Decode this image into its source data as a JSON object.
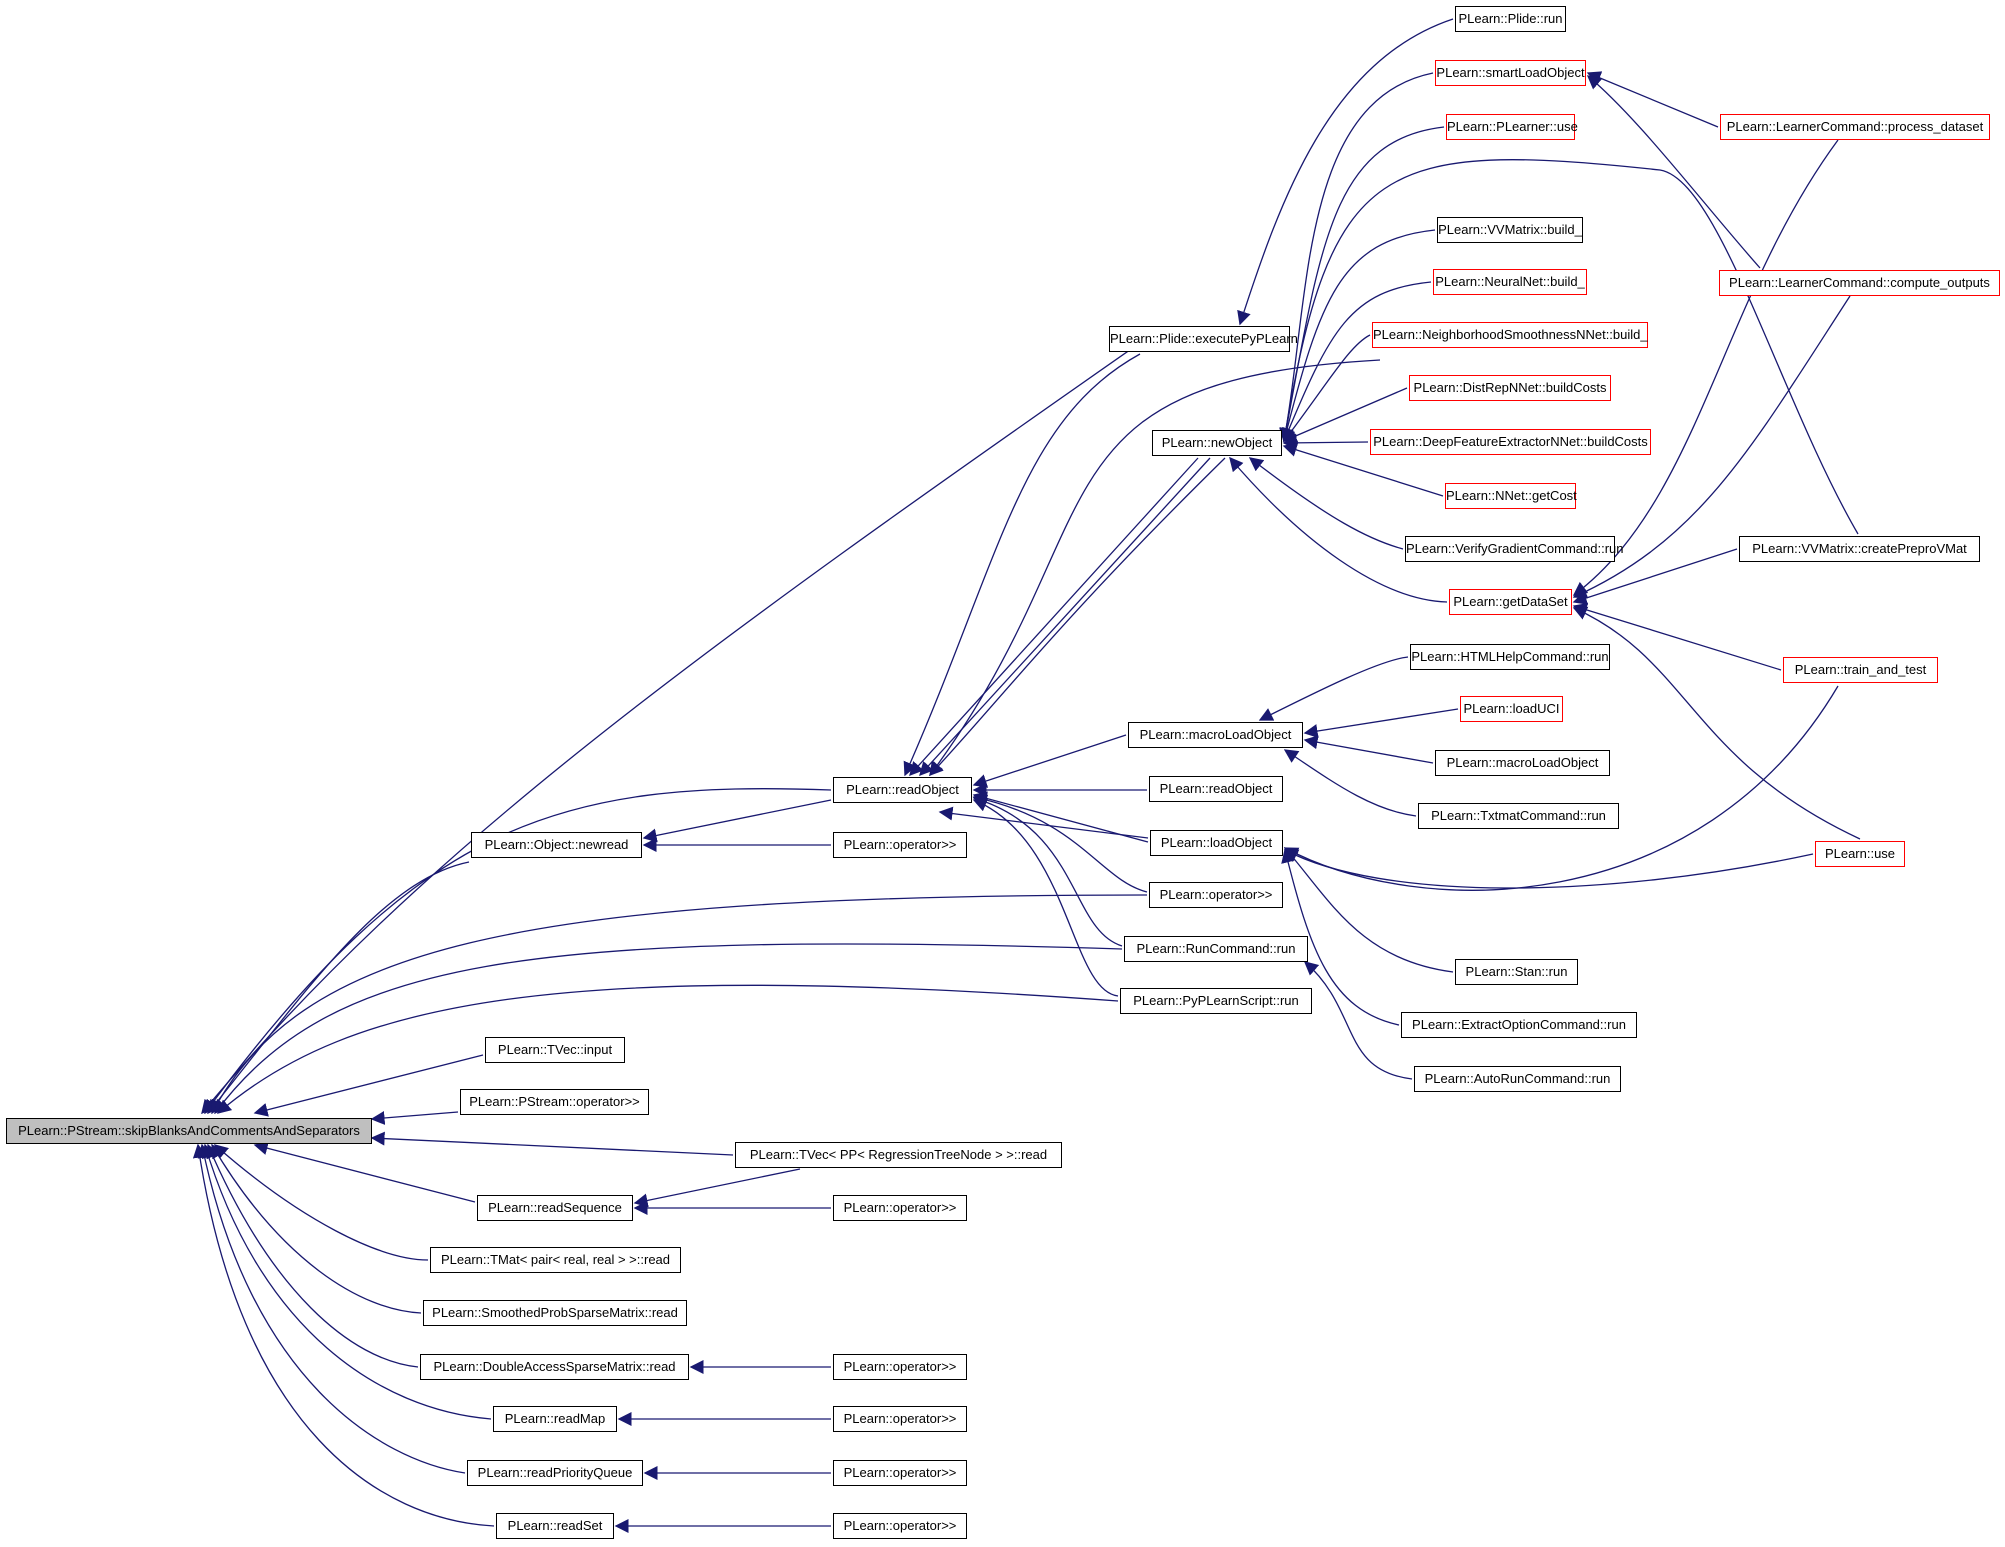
{
  "graph": {
    "title": "PLearn::PStream::skipBlanksAndCommentsAndSeparators call graph",
    "edge_color": "#191970",
    "node_border_default": "#000000",
    "node_border_truncated": "#ff0000",
    "root_fill": "#bfbfbf",
    "nodes": [
      {
        "id": "root",
        "label": "PLearn::PStream::skipBlanksAndCommentsAndSeparators",
        "red": false,
        "root": true
      },
      {
        "id": "executePyPLearn",
        "label": "PLearn::Plide::executePyPLearn",
        "red": false
      },
      {
        "id": "plideRun",
        "label": "PLearn::Plide::run",
        "red": false
      },
      {
        "id": "smartLoadObject",
        "label": "PLearn::smartLoadObject",
        "red": true
      },
      {
        "id": "plearnerUse",
        "label": "PLearn::PLearner::use",
        "red": true
      },
      {
        "id": "vvmBuild",
        "label": "PLearn::VVMatrix::build_",
        "red": false
      },
      {
        "id": "neuralBuild",
        "label": "PLearn::NeuralNet::build_",
        "red": true
      },
      {
        "id": "nsnnBuild",
        "label": "PLearn::NeighborhoodSmoothnessNNet::build_",
        "red": true
      },
      {
        "id": "distRep",
        "label": "PLearn::DistRepNNet::buildCosts",
        "red": true
      },
      {
        "id": "deepFeat",
        "label": "PLearn::DeepFeatureExtractorNNet::buildCosts",
        "red": true
      },
      {
        "id": "nnetCost",
        "label": "PLearn::NNet::getCost",
        "red": true
      },
      {
        "id": "verifyGrad",
        "label": "PLearn::VerifyGradientCommand::run",
        "red": false
      },
      {
        "id": "getDataSet",
        "label": "PLearn::getDataSet",
        "red": true
      },
      {
        "id": "newObject",
        "label": "PLearn::newObject",
        "red": false
      },
      {
        "id": "processDataset",
        "label": "PLearn::LearnerCommand::process_dataset",
        "red": true
      },
      {
        "id": "computeOutputs",
        "label": "PLearn::LearnerCommand::compute_outputs",
        "red": true
      },
      {
        "id": "createPrepro",
        "label": "PLearn::VVMatrix::createPreproVMat",
        "red": false
      },
      {
        "id": "trainTest",
        "label": "PLearn::train_and_test",
        "red": true
      },
      {
        "id": "use",
        "label": "PLearn::use",
        "red": true
      },
      {
        "id": "htmlHelp",
        "label": "PLearn::HTMLHelpCommand::run",
        "red": false
      },
      {
        "id": "loadUCI",
        "label": "PLearn::loadUCI",
        "red": true
      },
      {
        "id": "macroLoad",
        "label": "PLearn::macroLoadObject",
        "red": false
      },
      {
        "id": "macroLoad2",
        "label": "PLearn::macroLoadObject",
        "red": false
      },
      {
        "id": "txtmat",
        "label": "PLearn::TxtmatCommand::run",
        "red": false
      },
      {
        "id": "readObject",
        "label": "PLearn::readObject",
        "red": false
      },
      {
        "id": "readObject2",
        "label": "PLearn::readObject",
        "red": false
      },
      {
        "id": "loadObject",
        "label": "PLearn::loadObject",
        "red": false
      },
      {
        "id": "opShift1",
        "label": "PLearn::operator>>",
        "red": false
      },
      {
        "id": "runCommand",
        "label": "PLearn::RunCommand::run",
        "red": false
      },
      {
        "id": "pyScript",
        "label": "PLearn::PyPLearnScript::run",
        "red": false
      },
      {
        "id": "stan",
        "label": "PLearn::Stan::run",
        "red": false
      },
      {
        "id": "extractOpt",
        "label": "PLearn::ExtractOptionCommand::run",
        "red": false
      },
      {
        "id": "autoRun",
        "label": "PLearn::AutoRunCommand::run",
        "red": false
      },
      {
        "id": "newread",
        "label": "PLearn::Object::newread",
        "red": false
      },
      {
        "id": "opShift0",
        "label": "PLearn::operator>>",
        "red": false
      },
      {
        "id": "tvecInput",
        "label": "PLearn::TVec::input",
        "red": false
      },
      {
        "id": "pstreamOp",
        "label": "PLearn::PStream::operator>>",
        "red": false
      },
      {
        "id": "tvecPP",
        "label": "PLearn::TVec< PP< RegressionTreeNode > >::read",
        "red": false
      },
      {
        "id": "readSequence",
        "label": "PLearn::readSequence",
        "red": false
      },
      {
        "id": "opShift2",
        "label": "PLearn::operator>>",
        "red": false
      },
      {
        "id": "tmatPair",
        "label": "PLearn::TMat< pair< real, real > >::read",
        "red": false
      },
      {
        "id": "smoothed",
        "label": "PLearn::SmoothedProbSparseMatrix::read",
        "red": false
      },
      {
        "id": "dasm",
        "label": "PLearn::DoubleAccessSparseMatrix::read",
        "red": false
      },
      {
        "id": "opShift3",
        "label": "PLearn::operator>>",
        "red": false
      },
      {
        "id": "readMap",
        "label": "PLearn::readMap",
        "red": false
      },
      {
        "id": "opShift4",
        "label": "PLearn::operator>>",
        "red": false
      },
      {
        "id": "readPQ",
        "label": "PLearn::readPriorityQueue",
        "red": false
      },
      {
        "id": "opShift5",
        "label": "PLearn::operator>>",
        "red": false
      },
      {
        "id": "readSet",
        "label": "PLearn::readSet",
        "red": false
      },
      {
        "id": "opShift6",
        "label": "PLearn::operator>>",
        "red": false
      }
    ]
  }
}
